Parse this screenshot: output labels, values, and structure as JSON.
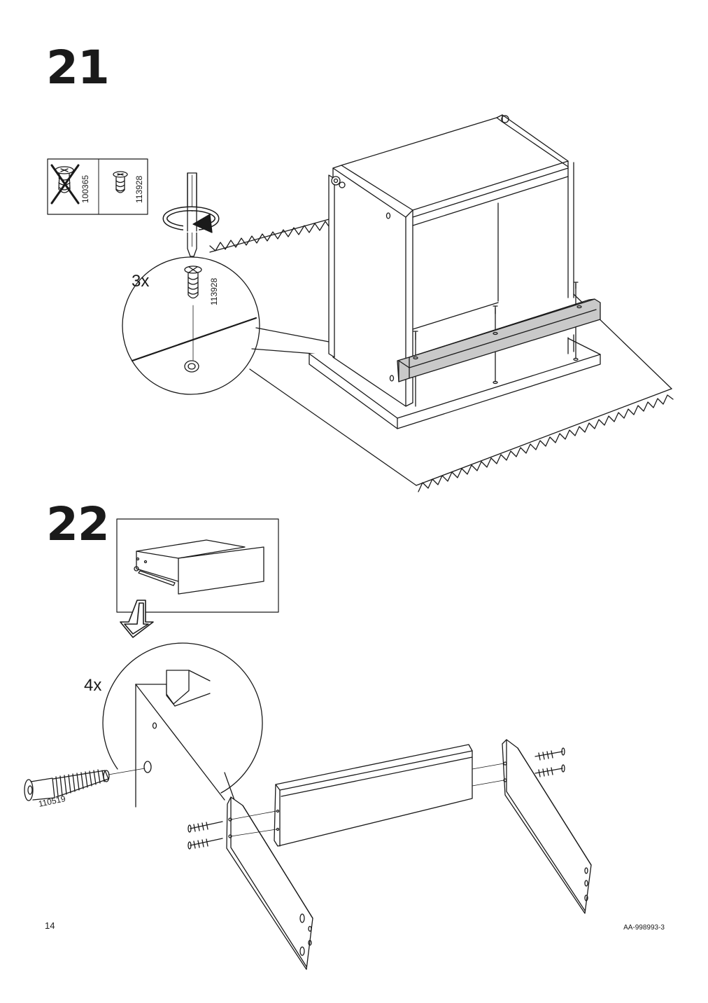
{
  "steps": [
    {
      "number": "21",
      "fittings_box": {
        "rejected_part": "100365",
        "accepted_part": "113928"
      },
      "detail": {
        "quantity": "3x",
        "part": "113928"
      },
      "icons": [
        "screwdriver-icon",
        "rotate-clockwise-icon",
        "no-cross-icon",
        "screw-icon",
        "cam-screw-icon"
      ]
    },
    {
      "number": "22",
      "detail": {
        "quantity": "4x",
        "part": "110519"
      },
      "icons": [
        "drawer-icon",
        "arrow-down-icon",
        "dowel-screw-icon"
      ]
    }
  ],
  "footer": {
    "page_number": "14",
    "document_code": "AA-998993-3"
  }
}
